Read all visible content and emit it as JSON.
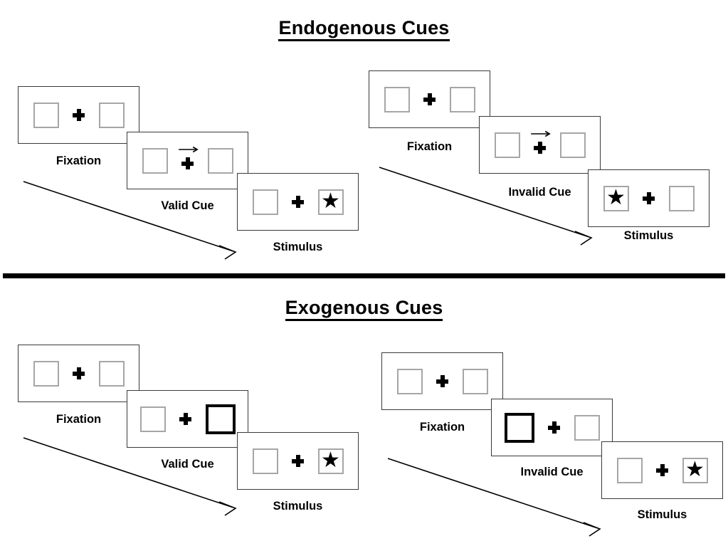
{
  "figure": {
    "title_top": "Endogenous Cues",
    "title_bottom": "Exogenous Cues"
  },
  "sections": [
    {
      "id": "endogenous",
      "title": "Endogenous Cues",
      "columns": [
        {
          "id": "endo-valid",
          "panels": [
            {
              "caption": "Fixation",
              "left_box": {
                "cued": false,
                "content": ""
              },
              "right_box": {
                "cued": false,
                "content": ""
              },
              "arrow_cue": "none"
            },
            {
              "caption": "Valid Cue",
              "left_box": {
                "cued": false,
                "content": ""
              },
              "right_box": {
                "cued": false,
                "content": ""
              },
              "arrow_cue": "right"
            },
            {
              "caption": "Stimulus",
              "left_box": {
                "cued": false,
                "content": ""
              },
              "right_box": {
                "cued": false,
                "content": "★"
              },
              "arrow_cue": "none"
            }
          ]
        },
        {
          "id": "endo-invalid",
          "panels": [
            {
              "caption": "Fixation",
              "left_box": {
                "cued": false,
                "content": ""
              },
              "right_box": {
                "cued": false,
                "content": ""
              },
              "arrow_cue": "none"
            },
            {
              "caption": "Invalid Cue",
              "left_box": {
                "cued": false,
                "content": ""
              },
              "right_box": {
                "cued": false,
                "content": ""
              },
              "arrow_cue": "right"
            },
            {
              "caption": "Stimulus",
              "left_box": {
                "cued": false,
                "content": "★"
              },
              "right_box": {
                "cued": false,
                "content": ""
              },
              "arrow_cue": "none"
            }
          ]
        }
      ]
    },
    {
      "id": "exogenous",
      "title": "Exogenous Cues",
      "columns": [
        {
          "id": "exo-valid",
          "panels": [
            {
              "caption": "Fixation",
              "left_box": {
                "cued": false,
                "content": ""
              },
              "right_box": {
                "cued": false,
                "content": ""
              },
              "arrow_cue": "none"
            },
            {
              "caption": "Valid Cue",
              "left_box": {
                "cued": false,
                "content": ""
              },
              "right_box": {
                "cued": true,
                "content": ""
              },
              "arrow_cue": "none"
            },
            {
              "caption": "Stimulus",
              "left_box": {
                "cued": false,
                "content": ""
              },
              "right_box": {
                "cued": false,
                "content": "★"
              },
              "arrow_cue": "none"
            }
          ]
        },
        {
          "id": "exo-invalid",
          "panels": [
            {
              "caption": "Fixation",
              "left_box": {
                "cued": false,
                "content": ""
              },
              "right_box": {
                "cued": false,
                "content": ""
              },
              "arrow_cue": "none"
            },
            {
              "caption": "Invalid Cue",
              "left_box": {
                "cued": true,
                "content": ""
              },
              "right_box": {
                "cued": false,
                "content": ""
              },
              "arrow_cue": "none"
            },
            {
              "caption": "Stimulus",
              "left_box": {
                "cued": false,
                "content": ""
              },
              "right_box": {
                "cued": false,
                "content": "★"
              },
              "arrow_cue": "none"
            }
          ]
        }
      ]
    }
  ],
  "labels": {
    "fixation": "Fixation",
    "valid_cue": "Valid Cue",
    "invalid_cue": "Invalid Cue",
    "stimulus": "Stimulus",
    "star_glyph": "★"
  },
  "colors": {
    "box_border": "#a6a6a6",
    "cued_box_border": "#000000",
    "panel_border": "#3a3a3a",
    "ink": "#000000",
    "background": "#ffffff"
  }
}
